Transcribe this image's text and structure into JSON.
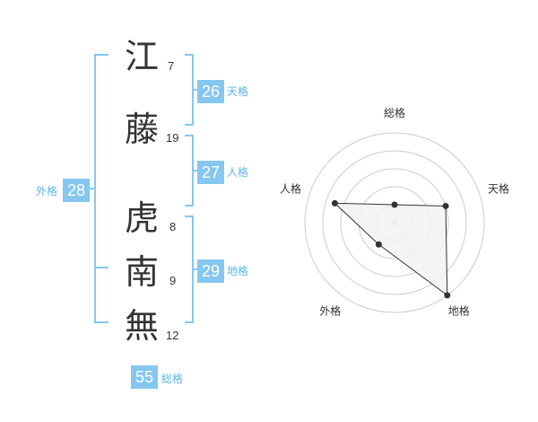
{
  "name": {
    "surname": [
      {
        "char": "江",
        "strokes": "7"
      },
      {
        "char": "藤",
        "strokes": "19"
      }
    ],
    "given": [
      {
        "char": "虎",
        "strokes": "8"
      },
      {
        "char": "南",
        "strokes": "9"
      },
      {
        "char": "無",
        "strokes": "12"
      }
    ]
  },
  "kaku": {
    "ten": {
      "value": "26",
      "label": "天格"
    },
    "jin": {
      "value": "27",
      "label": "人格"
    },
    "chi": {
      "value": "29",
      "label": "地格"
    },
    "gai": {
      "value": "28",
      "label": "外格"
    },
    "sou": {
      "value": "55",
      "label": "総格"
    }
  },
  "radar": {
    "axes": [
      "総格",
      "天格",
      "地格",
      "外格",
      "人格"
    ],
    "max": 5,
    "values": [
      1,
      3,
      5,
      1.5,
      3.5
    ],
    "colors": {
      "ring": "#cccccc",
      "fill": "#f2f2f2",
      "line": "#333333",
      "center": "#c8c8c8"
    }
  }
}
